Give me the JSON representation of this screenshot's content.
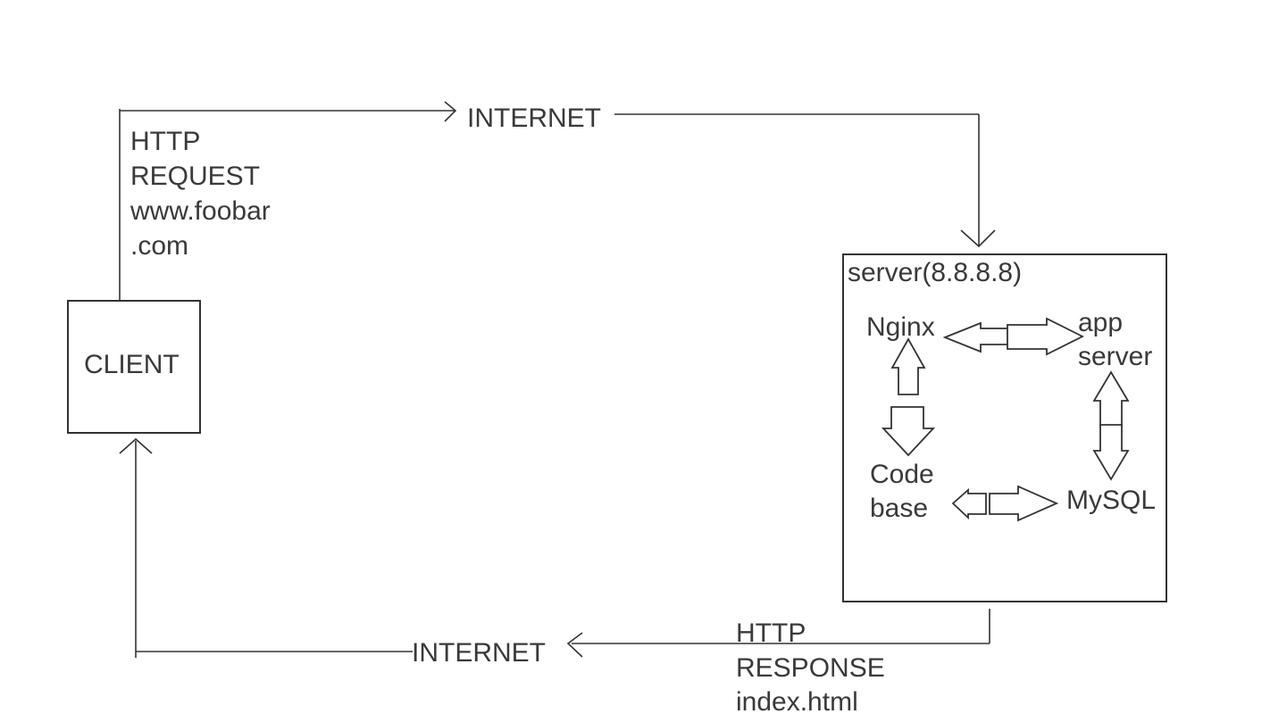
{
  "request_label": {
    "line1": "HTTP",
    "line2": "REQUEST",
    "line3": "www.foobar",
    "line4": ".com"
  },
  "internet_top": "INTERNET",
  "client_label": "CLIENT",
  "server": {
    "title": "server(8.8.8.8)",
    "nginx": "Nginx",
    "app_server_line1": "app",
    "app_server_line2": "server",
    "code_base_line1": "Code",
    "code_base_line2": "base",
    "mysql": "MySQL"
  },
  "response_label": {
    "line1": "HTTP",
    "line2": "RESPONSE",
    "line3": "index.html"
  },
  "internet_bottom": "INTERNET"
}
